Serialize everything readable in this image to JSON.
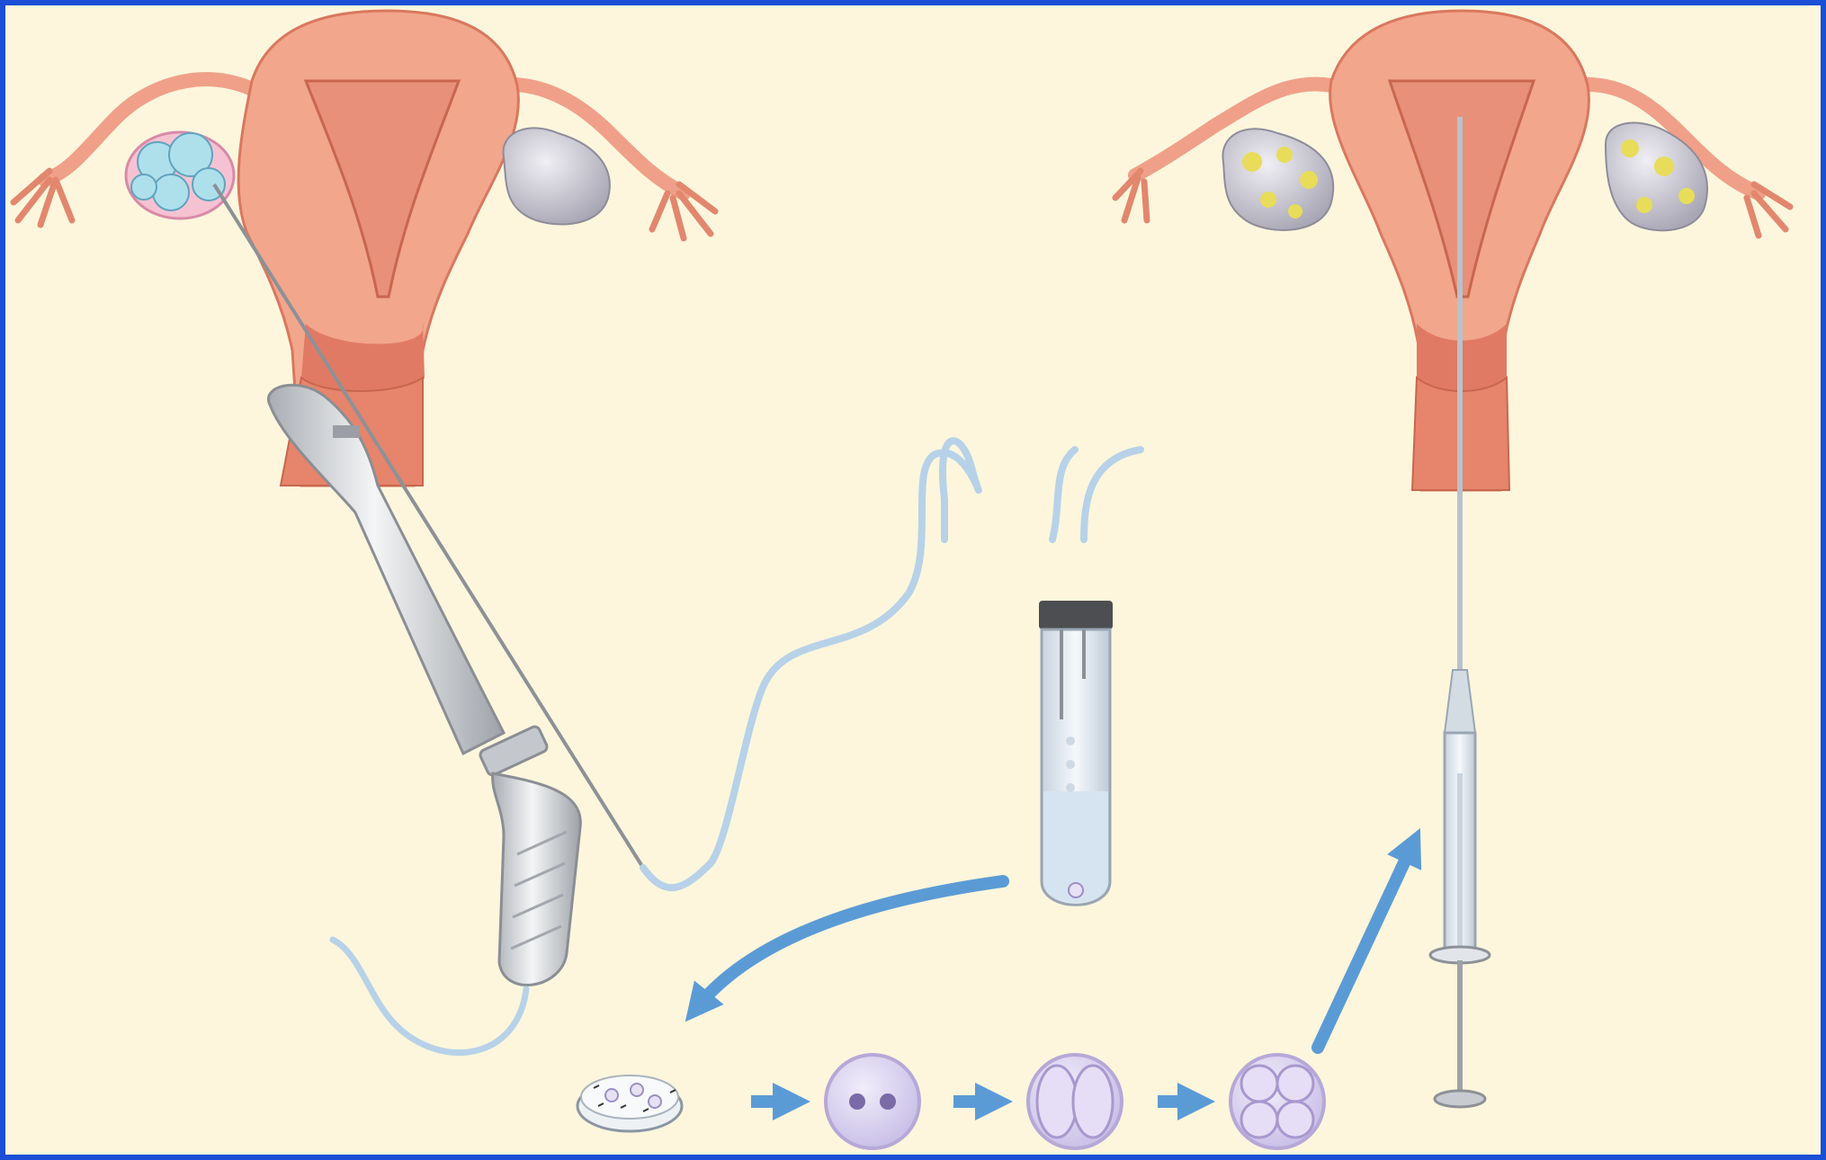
{
  "colors": {
    "frame": "#1a4fd6",
    "background": "#fdf6dc",
    "uterus": "#f2a68c",
    "uterus_dark": "#d9785e",
    "cavity": "#e8907a",
    "cervix": "#e07a64",
    "tube": "#f0a088",
    "follicle": "#aee0ec",
    "ovary_grey": "#c8c6d2",
    "ovary_yellow_spot": "#e8dc5a",
    "probe": "#d6d8dc",
    "tubing": "#b7d2e8",
    "arrow": "#5b9bd5",
    "cell": "#ddd6f0",
    "cell_edge": "#b7a8d8"
  },
  "stages": [
    "retrieval",
    "collection",
    "culture",
    "transfer"
  ],
  "embryo_stages": [
    "dish",
    "zygote",
    "two-cell",
    "four-cell"
  ]
}
